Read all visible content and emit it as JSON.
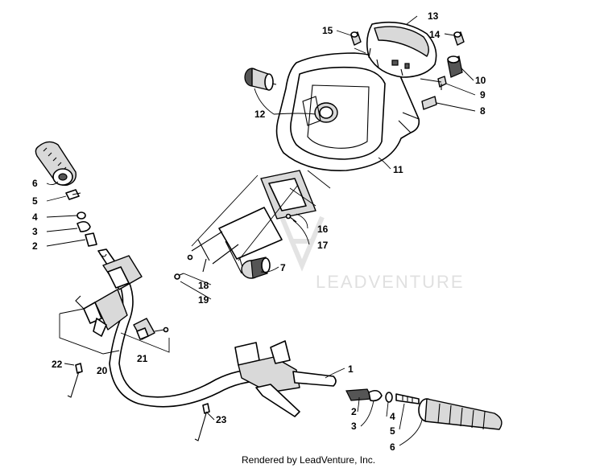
{
  "callouts": [
    {
      "id": "c13a",
      "text": "13"
    },
    {
      "id": "c14a",
      "text": "14"
    },
    {
      "id": "c15a",
      "text": "15"
    },
    {
      "id": "c10a",
      "text": "10"
    },
    {
      "id": "c9a",
      "text": "9"
    },
    {
      "id": "c8a",
      "text": "8"
    },
    {
      "id": "c12a",
      "text": "12"
    },
    {
      "id": "c11a",
      "text": "11"
    },
    {
      "id": "c6a",
      "text": "6"
    },
    {
      "id": "c5a",
      "text": "5"
    },
    {
      "id": "c4a",
      "text": "4"
    },
    {
      "id": "c3a",
      "text": "3"
    },
    {
      "id": "c2a",
      "text": "2"
    },
    {
      "id": "c16a",
      "text": "16"
    },
    {
      "id": "c17a",
      "text": "17"
    },
    {
      "id": "c7a",
      "text": "7"
    },
    {
      "id": "c18a",
      "text": "18"
    },
    {
      "id": "c19a",
      "text": "19"
    },
    {
      "id": "c21a",
      "text": "21"
    },
    {
      "id": "c20a",
      "text": "20"
    },
    {
      "id": "c22a",
      "text": "22"
    },
    {
      "id": "c1a",
      "text": "1"
    },
    {
      "id": "c2b",
      "text": "2"
    },
    {
      "id": "c3b",
      "text": "3"
    },
    {
      "id": "c4b",
      "text": "4"
    },
    {
      "id": "c5b",
      "text": "5"
    },
    {
      "id": "c6b",
      "text": "6"
    },
    {
      "id": "c23a",
      "text": "23"
    }
  ],
  "watermark": {
    "text": "LEADVENTURE"
  },
  "footer": {
    "text": "Rendered by LeadVenture, Inc."
  },
  "colors": {
    "line": "#000000",
    "background": "#ffffff",
    "watermark": "#c8c8c8"
  }
}
